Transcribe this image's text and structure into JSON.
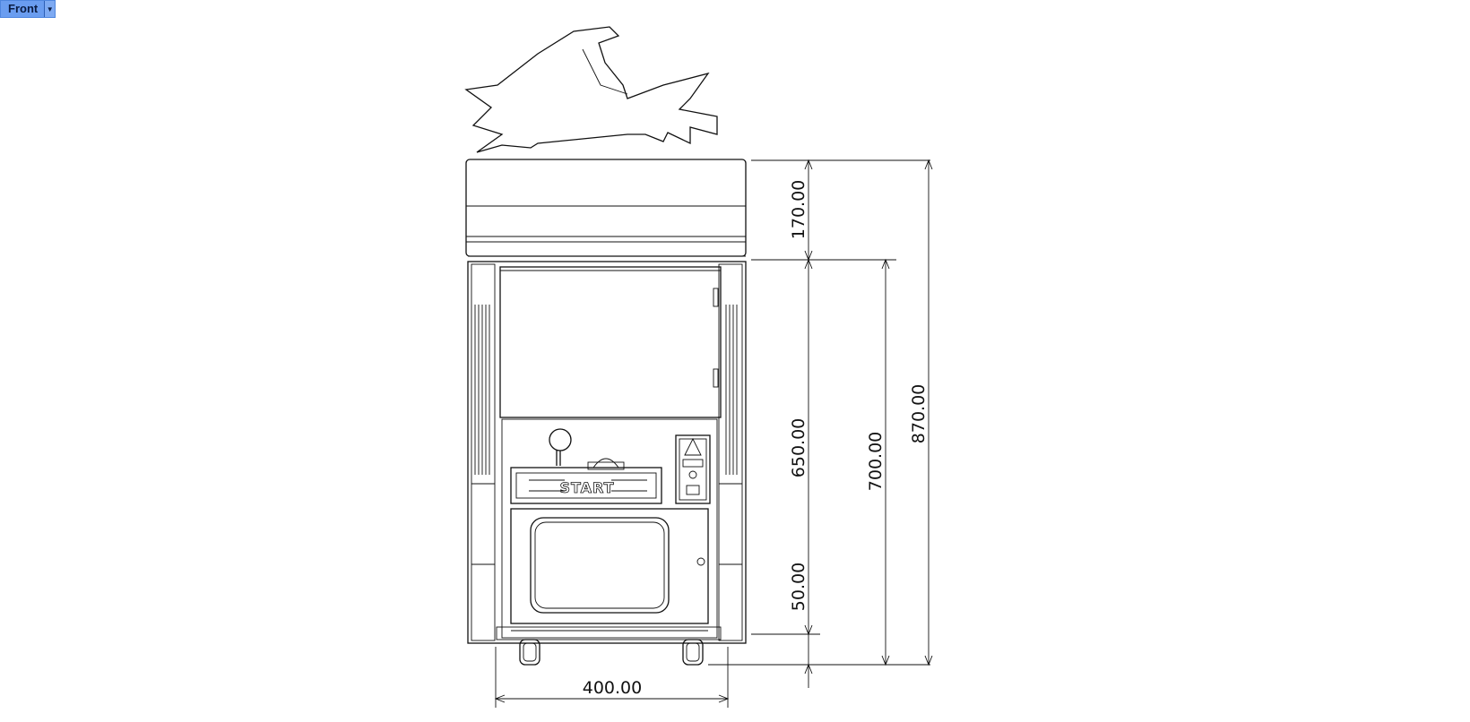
{
  "viewport": {
    "name": "Front",
    "menu_icon": "chevron-down-icon"
  },
  "cabinet": {
    "button_label": "START"
  },
  "dimensions": {
    "top_height": "170.00",
    "body_height": "650.00",
    "base_height": "50.00",
    "inner_height": "700.00",
    "total_height": "870.00",
    "width": "400.00"
  }
}
